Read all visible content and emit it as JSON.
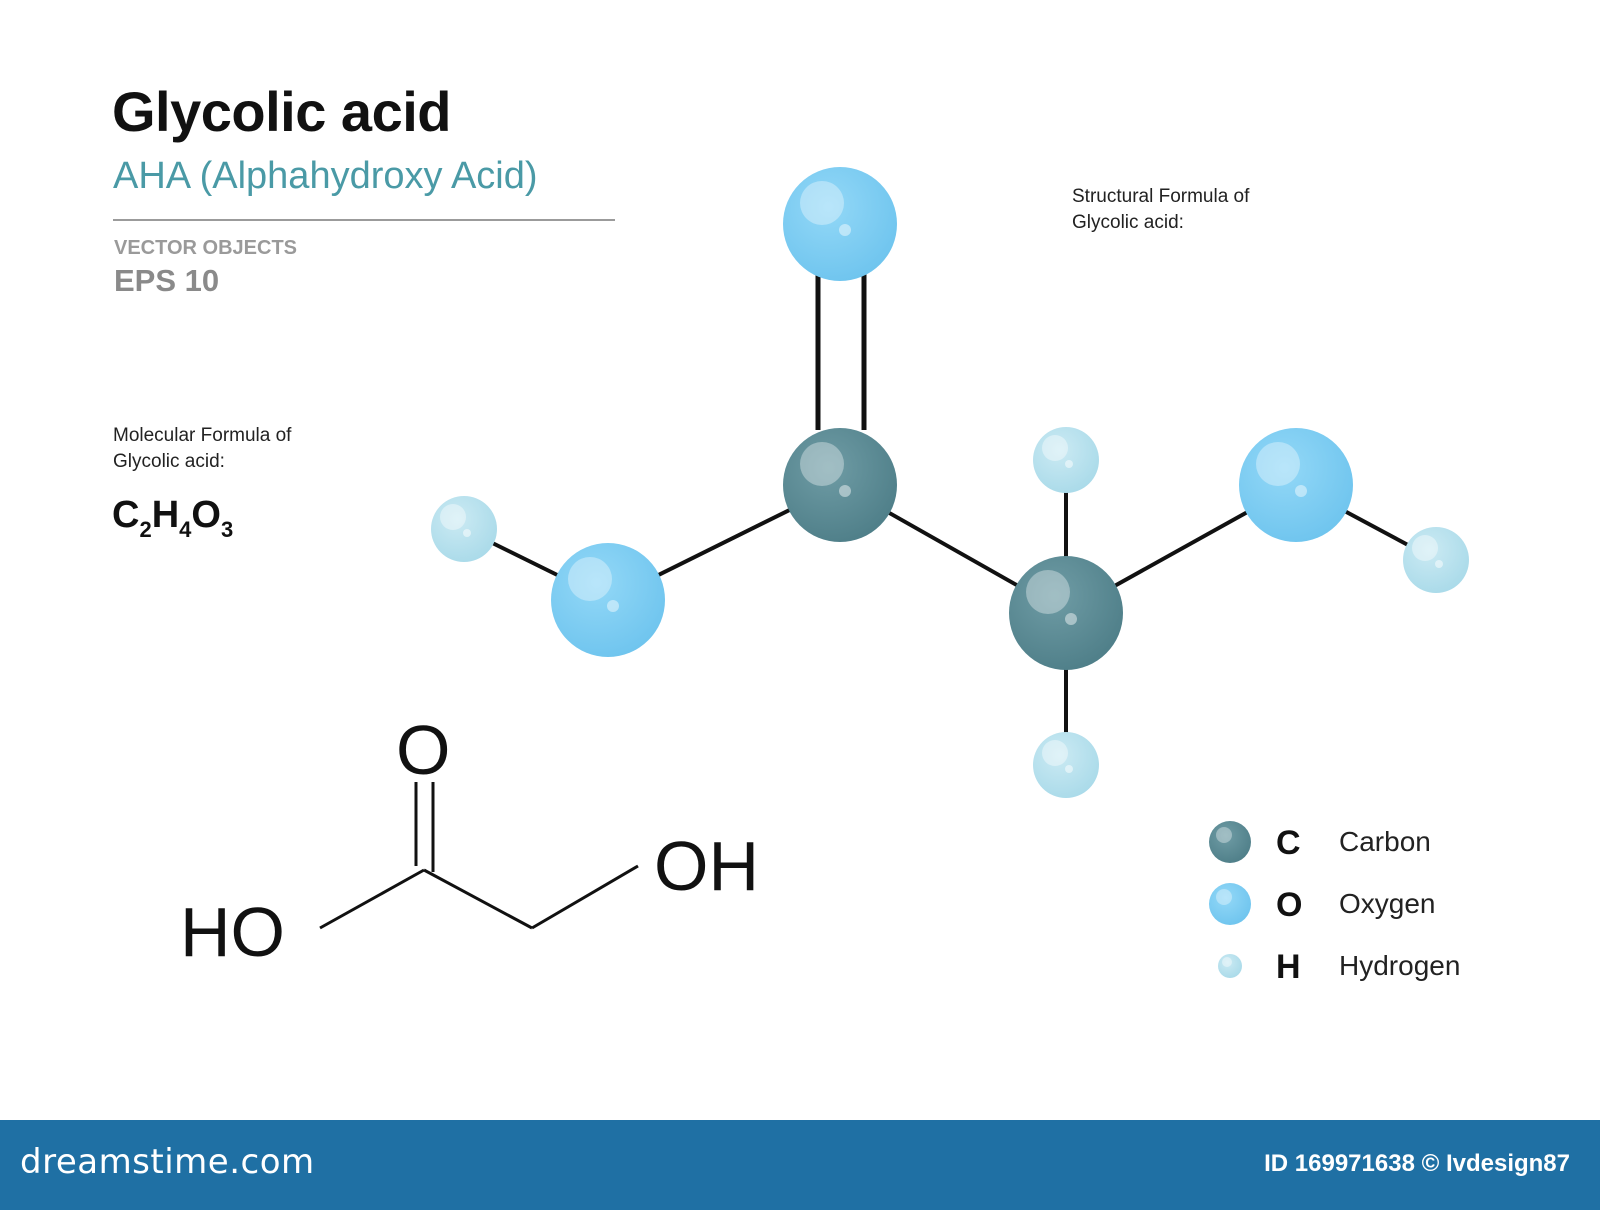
{
  "header": {
    "title": "Glycolic acid",
    "subtitle": "AHA  (Alphahydroxy Acid)",
    "vector_objects": "VECTOR OBJECTS",
    "eps": "EPS 10"
  },
  "molecular_formula": {
    "label_line1": "Molecular Formula of",
    "label_line2": "Glycolic acid:",
    "parts": [
      {
        "el": "C",
        "n": "2"
      },
      {
        "el": "H",
        "n": "4"
      },
      {
        "el": "O",
        "n": "3"
      }
    ]
  },
  "structural_formula": {
    "label_line1": "Structural  Formula of",
    "label_line2": "Glycolic acid:",
    "labels": {
      "top": "O",
      "left": "HO",
      "right": "OH"
    }
  },
  "atoms": [
    {
      "id": "O_top",
      "element": "O"
    },
    {
      "id": "C1",
      "element": "C"
    },
    {
      "id": "O_left",
      "element": "O"
    },
    {
      "id": "H_left",
      "element": "H"
    },
    {
      "id": "C2",
      "element": "C"
    },
    {
      "id": "H_top",
      "element": "H"
    },
    {
      "id": "H_bottom",
      "element": "H"
    },
    {
      "id": "O_right",
      "element": "O"
    },
    {
      "id": "H_right",
      "element": "H"
    }
  ],
  "bonds": [
    {
      "from": "C1",
      "to": "O_top",
      "order": 2
    },
    {
      "from": "C1",
      "to": "O_left",
      "order": 1
    },
    {
      "from": "O_left",
      "to": "H_left",
      "order": 1
    },
    {
      "from": "C1",
      "to": "C2",
      "order": 1
    },
    {
      "from": "C2",
      "to": "H_top",
      "order": 1
    },
    {
      "from": "C2",
      "to": "H_bottom",
      "order": 1
    },
    {
      "from": "C2",
      "to": "O_right",
      "order": 1
    },
    {
      "from": "O_right",
      "to": "H_right",
      "order": 1
    }
  ],
  "legend": [
    {
      "symbol": "C",
      "name": "Carbon",
      "element": "C"
    },
    {
      "symbol": "O",
      "name": "Oxygen",
      "element": "O"
    },
    {
      "symbol": "H",
      "name": "Hydrogen",
      "element": "H"
    }
  ],
  "colors": {
    "carbon": "#5a8a93",
    "oxygen": "#7dcdf3",
    "hydrogen": "#b9e2ee",
    "subtitle": "#4a9aa6",
    "footer": "#1f70a4"
  },
  "footer": {
    "brand": "dreamstime.com",
    "id_text": "ID 169971638 © Ivdesign87"
  }
}
